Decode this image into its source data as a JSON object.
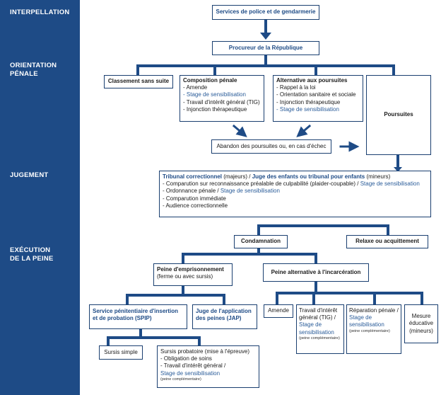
{
  "colors": {
    "sidebar": "#1e4b86",
    "connector": "#1e4b86",
    "box_border": "#1a3f70",
    "link": "#2a5c99"
  },
  "stages": {
    "interpellation": "INTERPELLATION",
    "orientation": "ORIENTATION\nPÉNALE",
    "jugement": "JUGEMENT",
    "execution": "EXÉCUTION\nDE  LA PEINE"
  },
  "boxes": {
    "police": "Services de police et de gendarmerie",
    "procureur": "Procureur de la République",
    "classement": "Classement sans suite",
    "composition": {
      "title": "Composition pénale",
      "items": [
        "- Amende",
        "- Stage de sensibilisation",
        "- Travail d'intérêt général (TIG)",
        "- Injonction thérapeutique"
      ]
    },
    "alternative": {
      "title": "Alternative aux poursuites",
      "items": [
        "- Rappel à la loi",
        "- Orientation sanitaire et sociale",
        "- Injonction thérapeutique",
        "- Stage de sensibilisation"
      ]
    },
    "poursuites": "Poursuites",
    "abandon": "Abandon des poursuites ou, en cas d'échec",
    "tribunal": {
      "title_a": "Tribunal correctionnel",
      "title_b": " (majeurs) / ",
      "title_c": "Juge des enfants ou tribunal pour enfants",
      "title_d": " (mineurs)",
      "item1_a": "- Comparution sur reconnaissance préalable de culpabilité (plaider-coupable) / ",
      "item1_b": "Stage de sensibilisation",
      "item2_a": "- Ordonnance pénale / ",
      "item2_b": "Stage de sensibilisation",
      "item3": "- Comparution immédiate",
      "item4": "- Audience correctionnelle"
    },
    "condamnation": "Condamnation",
    "relaxe": "Relaxe ou acquittement",
    "emprisonnement": {
      "title": "Peine d'emprisonnement",
      "sub": "(ferme ou avec sursis)"
    },
    "alternative_incarceration": "Peine alternative à l'incarcération",
    "spip": "Service pénitentiaire d'insertion et de probation (SPIP)",
    "jap": "Juge de l'application des peines (JAP)",
    "amende": "Amende",
    "tig": {
      "line1": "Travail d'intérêt général (TIG) /",
      "link": "Stage de sensibilisation",
      "note": "(peine complémentaire)"
    },
    "reparation": {
      "line1": "Réparation pénale /",
      "link": "Stage de sensibilisation",
      "note": "(peine complémentaire)"
    },
    "mesure": "Mesure éducative (mineurs)",
    "sursis_simple": "Sursis simple",
    "sursis_probatoire": {
      "title": "Sursis probatoire (mise à l'épreuve)",
      "item1": "- Obligation de soins",
      "item2": "- Travail d'intérêt général /",
      "link": "Stage de sensibilisation",
      "note": "(peine complémentaire)"
    }
  }
}
